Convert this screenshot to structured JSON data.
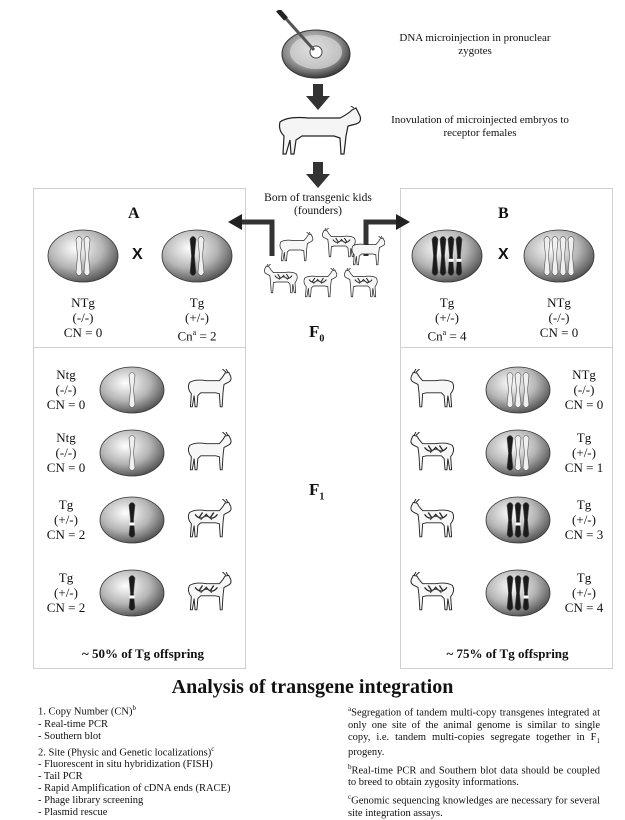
{
  "steps": [
    {
      "text": "DNA microinjection in pronuclear zygotes"
    },
    {
      "text": "Inovulation of microinjected embryos to receptor females"
    },
    {
      "text": "Born of transgenic kids (founders)"
    }
  ],
  "panel_a": {
    "title": "A",
    "cross_symbol": "X",
    "parent_left": {
      "type": "NTg",
      "genotype": "(-/-)",
      "cn": "CN = 0"
    },
    "parent_right": {
      "type": "Tg",
      "genotype": "(+/-)",
      "cn_prefix": "Cn",
      "cn_sup": "a",
      "cn_value": " = 2"
    },
    "offspring": [
      {
        "type": "Ntg",
        "genotype": "(-/-)",
        "cn": "CN = 0"
      },
      {
        "type": "Ntg",
        "genotype": "(-/-)",
        "cn": "CN = 0"
      },
      {
        "type": "Tg",
        "genotype": "(+/-)",
        "cn": "CN = 2"
      },
      {
        "type": "Tg",
        "genotype": "(+/-)",
        "cn": "CN = 2"
      }
    ],
    "summary": "~ 50% of Tg offspring"
  },
  "panel_b": {
    "title": "B",
    "cross_symbol": "X",
    "parent_left": {
      "type": "Tg",
      "genotype": "(+/-)",
      "cn_prefix": "Cn",
      "cn_sup": "a",
      "cn_value": " = 4"
    },
    "parent_right": {
      "type": "NTg",
      "genotype": "(-/-)",
      "cn": "CN = 0"
    },
    "offspring": [
      {
        "type": "NTg",
        "genotype": "(-/-)",
        "cn": "CN = 0"
      },
      {
        "type": "Tg",
        "genotype": "(+/-)",
        "cn": "CN = 1"
      },
      {
        "type": "Tg",
        "genotype": "(+/-)",
        "cn": "CN = 3"
      },
      {
        "type": "Tg",
        "genotype": "(+/-)",
        "cn": "CN = 4"
      }
    ],
    "summary": "~ 75% of Tg offspring"
  },
  "generations": {
    "f0": {
      "letter": "F",
      "sub": "0"
    },
    "f1": {
      "letter": "F",
      "sub": "1"
    }
  },
  "analysis_title": "Analysis of transgene integration",
  "methods_left": [
    "1. Copy Number (CN)",
    "- Real-time PCR",
    "- Southern blot",
    "2. Site (Physic and Genetic localizations)",
    "- Fluorescent in situ hybridization (FISH)",
    "- Tail PCR",
    "- Rapid Amplification of cDNA ends (RACE)",
    "- Phage library screening",
    "- Plasmid rescue"
  ],
  "methods_left_sups": {
    "line0": "b",
    "line3": "c"
  },
  "notes": [
    {
      "sup": "a",
      "text": "Segregation of tandem multi-copy transgenes integrated at only one site of the animal genome is similar to single copy, i.e. tandem multi-copies segregate together in ",
      "tail_letter": "F",
      "tail_sub": "1",
      "tail": " progeny."
    },
    {
      "sup": "b",
      "text": "Real-time PCR and Southern blot data should be coupled to breed to obtain zygosity informations."
    },
    {
      "sup": "c",
      "text": "Genomic sequencing knowledges are necessary for several site integration assays."
    }
  ]
}
